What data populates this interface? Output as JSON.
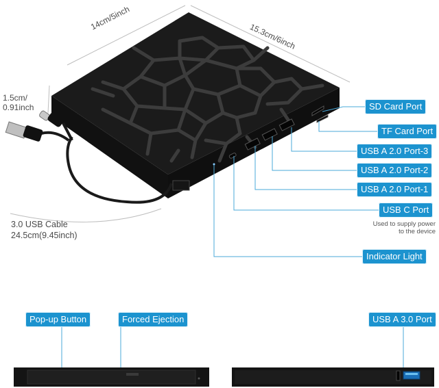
{
  "dimensions": {
    "width": "14cm/5inch",
    "depth": "15.3cm/6inch",
    "height_line1": "1.5cm/",
    "height_line2": "0.91inch",
    "cable_line1": "3.0 USB Cable",
    "cable_line2": "24.5cm(9.45inch)"
  },
  "ports": {
    "sd": "SD Card Port",
    "tf": "TF Card Port",
    "usb3": "USB A 2.0 Port-3",
    "usb2": "USB A 2.0 Port-2",
    "usb1": "USB A 2.0 Port-1",
    "usbc": "USB C Port",
    "usbc_note_line1": "Used to supply power",
    "usbc_note_line2": "to the device",
    "indicator": "Indicator Light"
  },
  "bottom": {
    "popup": "Pop-up Button",
    "forced": "Forced Ejection",
    "usb30": "USB A 3.0 Port"
  },
  "colors": {
    "label_bg": "#1c93cf",
    "leader": "#4aa8d8",
    "device": "#1a1a1a",
    "pattern": "#3a3a3a"
  }
}
